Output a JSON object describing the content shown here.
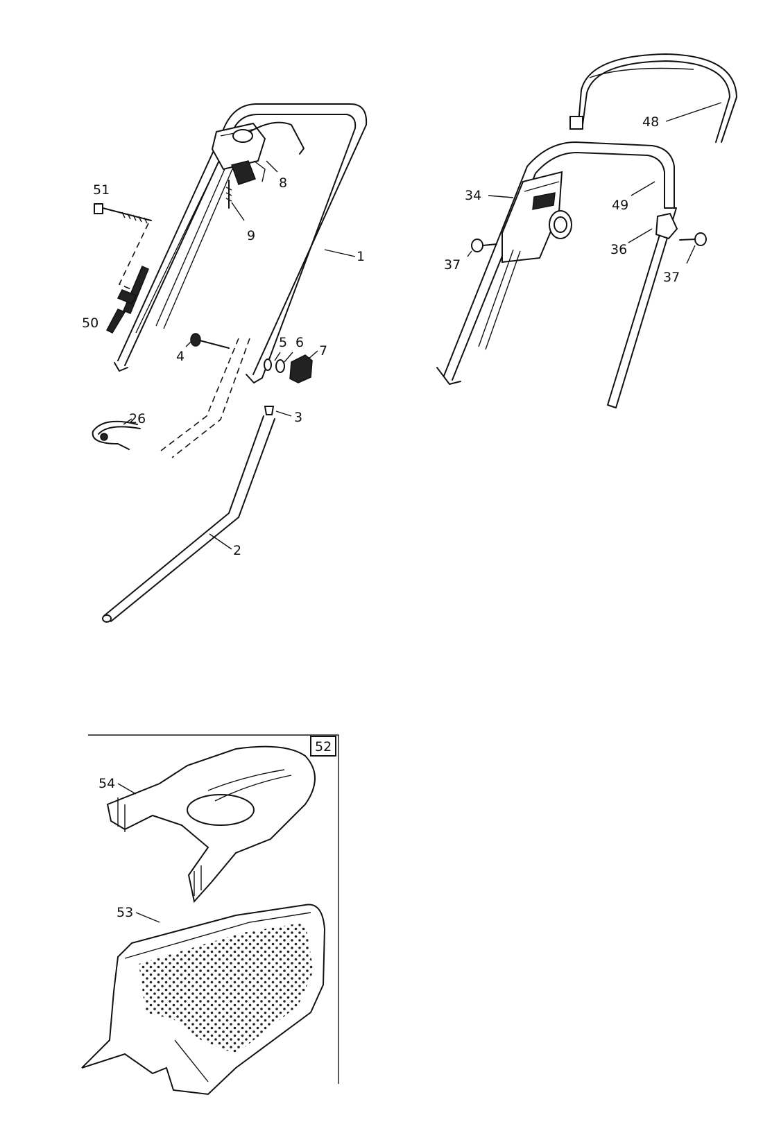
{
  "callouts": {
    "c1": "1",
    "c2": "2",
    "c3": "3",
    "c4": "4",
    "c5": "5",
    "c6": "6",
    "c7": "7",
    "c8": "8",
    "c9": "9",
    "c26": "26",
    "c34": "34",
    "c36": "36",
    "c37a": "37",
    "c37b": "37",
    "c48": "48",
    "c49": "49",
    "c50": "50",
    "c51": "51",
    "c52": "52",
    "c53": "53",
    "c54": "54"
  }
}
